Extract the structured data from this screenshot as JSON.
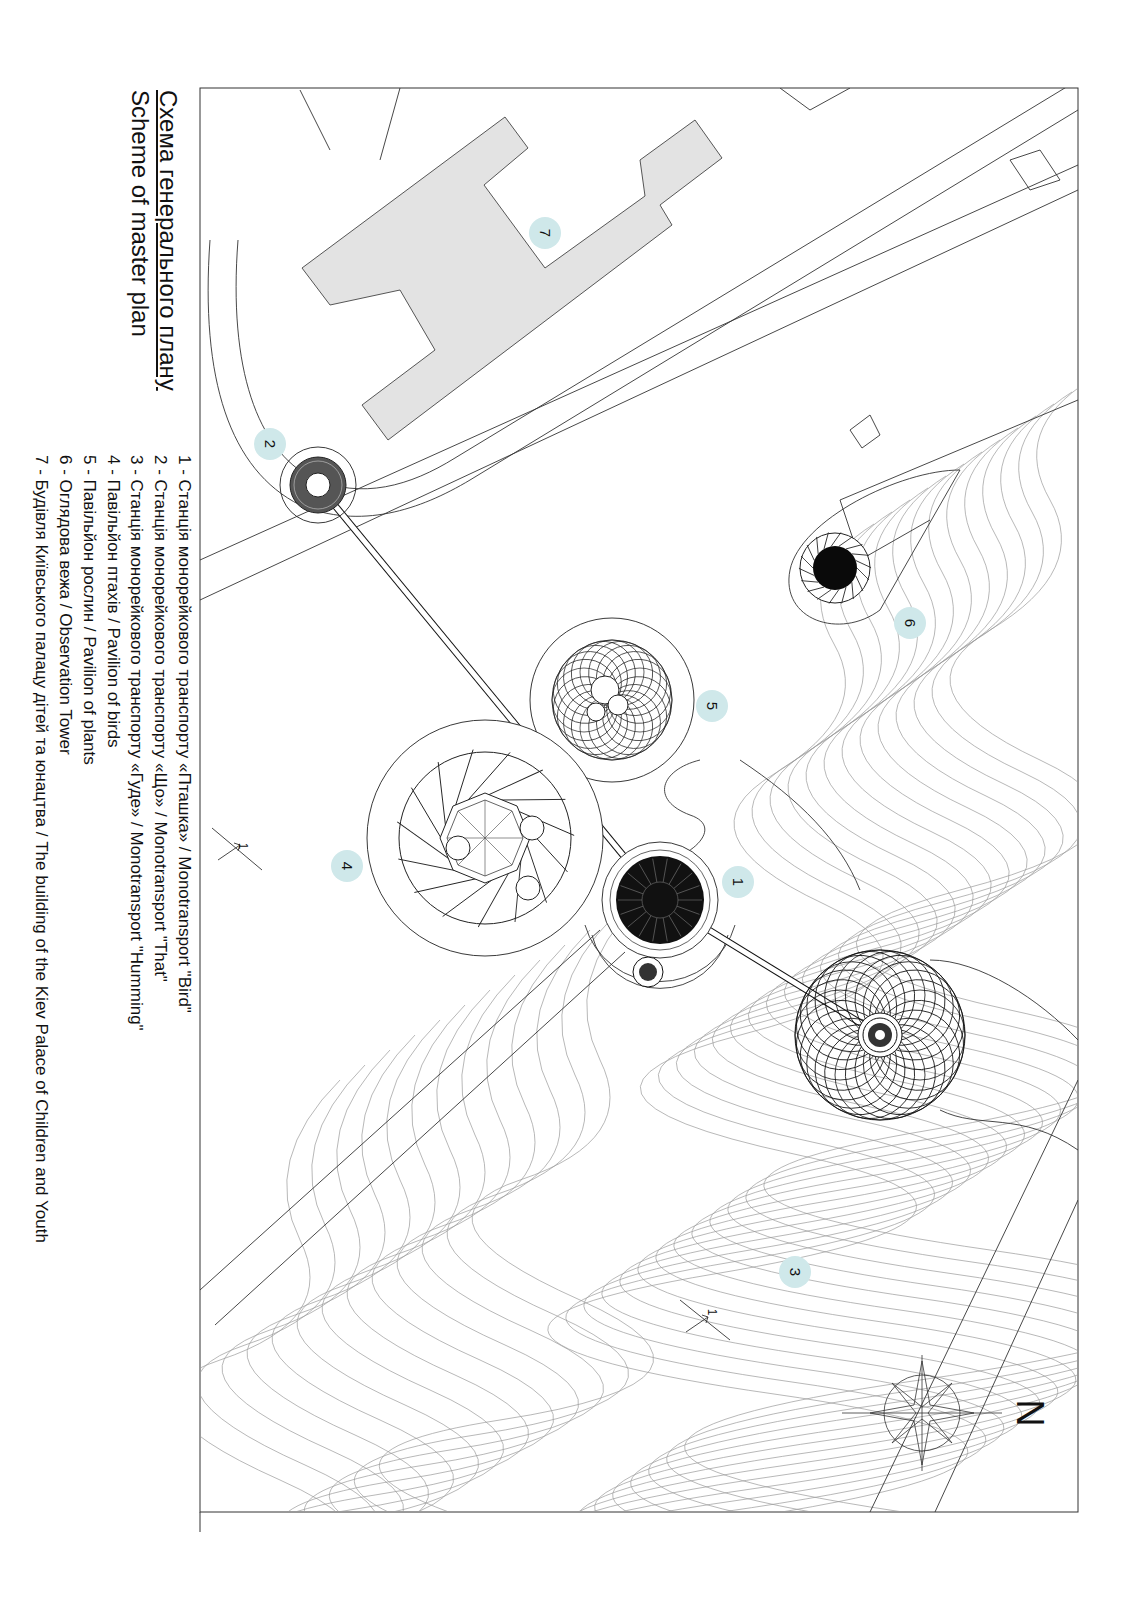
{
  "diagram": {
    "title": "Схема генерального плану",
    "labels": [
      "Scheme of master plan",
      "7",
      "2",
      "6",
      "5",
      "1",
      "4",
      "3",
      "1",
      "1",
      "N"
    ],
    "legend": [
      {
        "text": "1 - Станція монорейкового транспорту «Пташка» / Monotransport \"Bird\""
      },
      {
        "text": "2 - Станція монорейкового транспорту «Що» / Monotransport \"That\""
      },
      {
        "text": "3 - Станція монорейкового транспорту «Гуде» / Monotransport  \"Humming\""
      },
      {
        "text": "4 - Павільйон птахів / Pavilion of birds"
      },
      {
        "text": "5 - Павільйон рослин /  Pavilion of plants"
      },
      {
        "text": "6 - Оглядова вежа / Observation Tower"
      },
      {
        "text": "7 - Будівля Київського палацу дітей та юнацтва / The building of the Kiev Palace of Children and Youth"
      }
    ]
  }
}
